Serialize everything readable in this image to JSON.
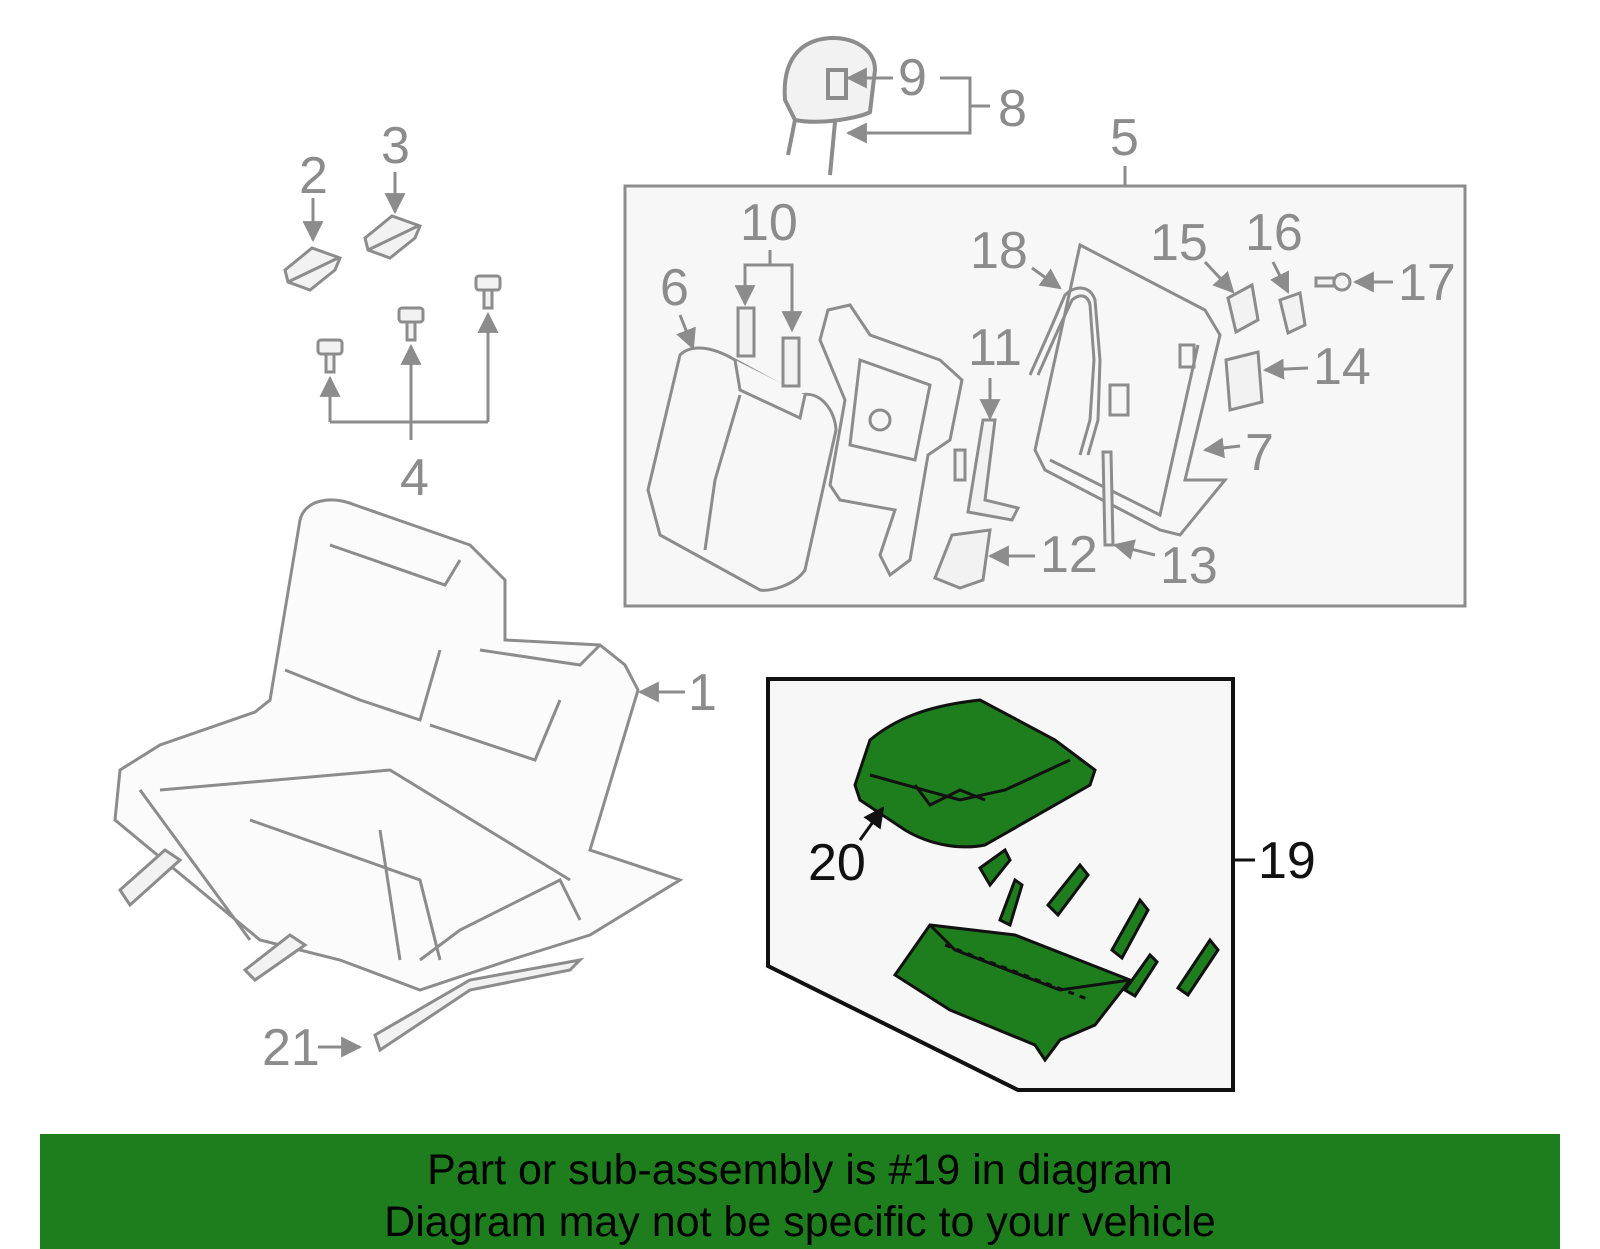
{
  "labels": {
    "c1": "1",
    "c2": "2",
    "c3": "3",
    "c4": "4",
    "c5": "5",
    "c6": "6",
    "c7": "7",
    "c8": "8",
    "c9": "9",
    "c10": "10",
    "c11": "11",
    "c12": "12",
    "c13": "13",
    "c14": "14",
    "c15": "15",
    "c16": "16",
    "c17": "17",
    "c18": "18",
    "c19": "19",
    "c20": "20",
    "c21": "21"
  },
  "highlight": {
    "part": "19",
    "color": "#1e7e1e"
  },
  "banner": {
    "line1": "Part or sub-assembly is #19 in diagram",
    "line2": "Diagram may not be specific to your vehicle"
  },
  "colors": {
    "part_line": "#8c8c8c",
    "highlight_fill": "#1e7e1e",
    "banner_bg": "#1e7e1e"
  }
}
